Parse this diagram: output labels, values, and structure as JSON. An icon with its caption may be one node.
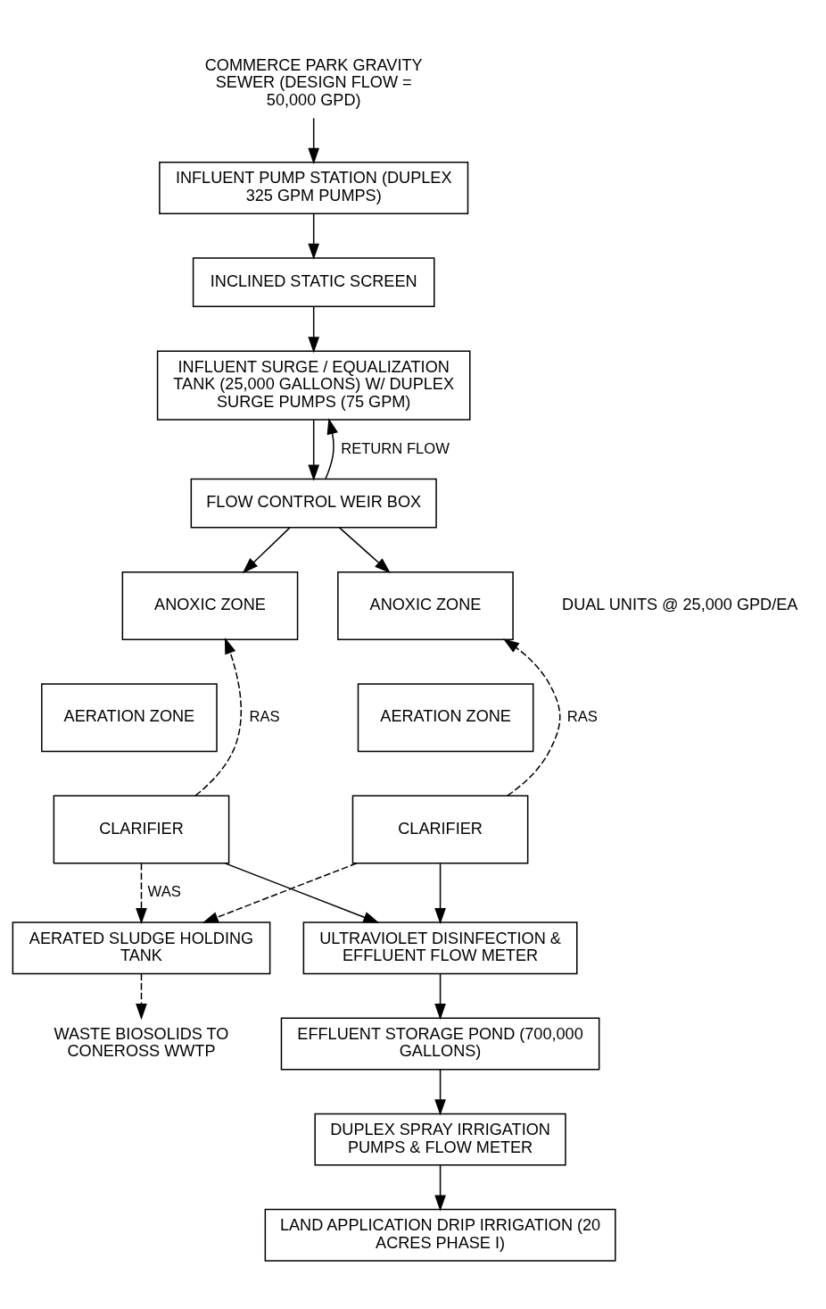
{
  "diagram": {
    "nodes": [
      {
        "text": [
          "COMMERCE PARK GRAVITY SEWER (DESIGN FLOW = 50,000 GPD)"
        ]
      },
      {
        "text": [
          "INFLUENT PUMP STATION (DUPLEX 325 GPM PUMPS)"
        ]
      },
      {
        "text": [
          "INCLINED STATIC SCREEN"
        ]
      },
      {
        "text": [
          "INFLUENT SURGE / EQUALIZATION TANK (25,000 GALLONS) W/ DUPLEX SURGE PUMPS (75 GPM)"
        ]
      },
      {
        "text": [
          "FLOW CONTROL WEIR BOX"
        ]
      },
      {
        "text": [
          "ANOXIC ZONE"
        ]
      },
      {
        "text": [
          "AERATION ZONE"
        ]
      },
      {
        "text": [
          "CLARIFIER"
        ]
      },
      {
        "text": [
          "ANOXIC ZONE"
        ]
      },
      {
        "text": [
          "AERATION ZONE"
        ]
      },
      {
        "text": [
          "CLARIFIER"
        ]
      },
      {
        "text": [
          "AERATED SLUDGE HOLDING TANK"
        ]
      },
      {
        "text": [
          "WASTE BIOSOLIDS TO CONEROSS WWTP"
        ]
      },
      {
        "text": [
          "ULTRAVIOLET DISINFECTION & EFFLUENT FLOW METER"
        ]
      },
      {
        "text": [
          "EFFLUENT STORAGE POND (700,000 GALLONS)"
        ]
      },
      {
        "text": [
          "DUPLEX SPRAY IRRIGATION PUMPS & FLOW METER"
        ]
      },
      {
        "text": [
          "LAND APPLICATION DRIP IRRIGATION (20 ACRES PHASE I)"
        ]
      }
    ],
    "edges": [
      {
        "from": 0,
        "to": 1,
        "arrow": "to"
      },
      {
        "from": 1,
        "to": 2,
        "arrow": "to"
      },
      {
        "from": 2,
        "to": 3,
        "arrow": "to"
      },
      {
        "from": 3,
        "to": 4,
        "arrow": "to"
      },
      {
        "from": 4,
        "to": 3,
        "arrow": "to",
        "label": "RETURN FLOW"
      },
      {
        "from": 4,
        "to": 5,
        "arrow": "to"
      },
      {
        "from": 4,
        "to": 8,
        "arrow": "to"
      },
      {
        "from": 7,
        "to": 5,
        "arrow": "to",
        "style": "dashed",
        "label": "RAS"
      },
      {
        "from": 10,
        "to": 8,
        "arrow": "to",
        "style": "dashed",
        "label": "RAS"
      },
      {
        "from": 7,
        "to": 11,
        "arrow": "to",
        "style": "dashed",
        "label": "WAS"
      },
      {
        "from": 10,
        "to": 11,
        "arrow": "to",
        "style": "dashed"
      },
      {
        "from": 7,
        "to": 13,
        "arrow": "to"
      },
      {
        "from": 10,
        "to": 13,
        "arrow": "to"
      },
      {
        "from": 11,
        "to": 12,
        "arrow": "to",
        "style": "dashed"
      },
      {
        "from": 13,
        "to": 14,
        "arrow": "to"
      },
      {
        "from": 14,
        "to": 15,
        "arrow": "to"
      },
      {
        "from": 15,
        "to": 16,
        "arrow": "to"
      }
    ],
    "labels": [
      "DUAL UNITS @ 25,000 GPD/EA"
    ]
  }
}
